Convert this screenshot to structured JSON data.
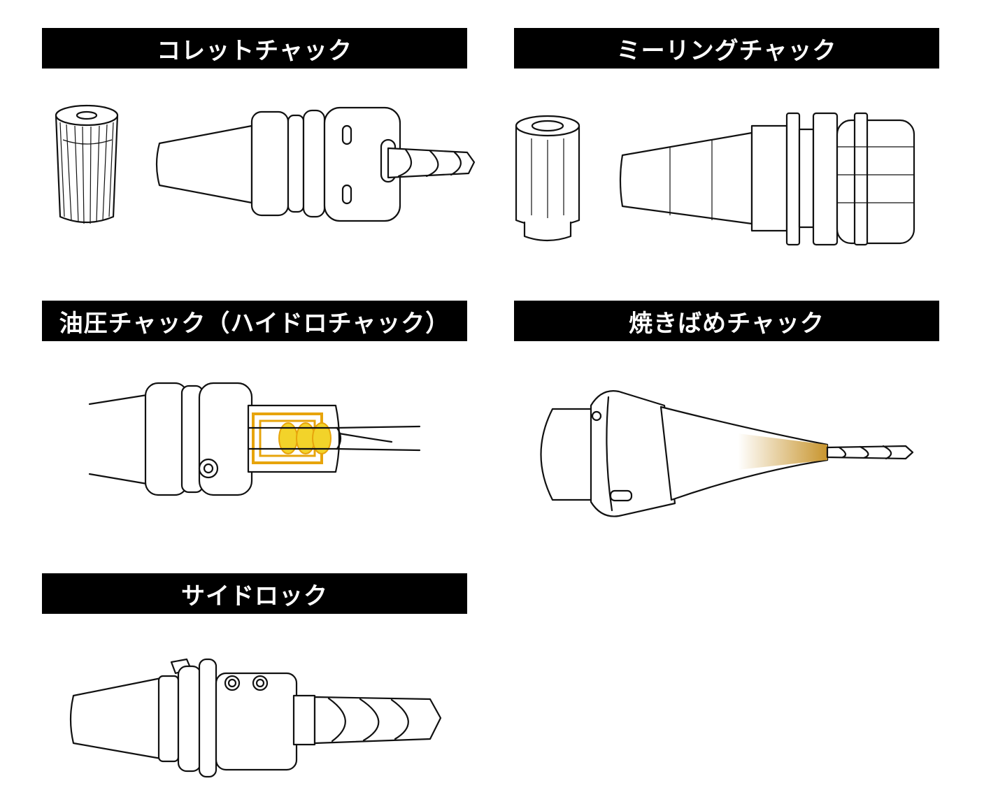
{
  "panels": [
    {
      "title": "コレットチャック"
    },
    {
      "title": "ミーリングチャック"
    },
    {
      "title": "油圧チャック（ハイドロチャック）"
    },
    {
      "title": "焼きばめチャック"
    },
    {
      "title": "サイドロック"
    }
  ],
  "colors": {
    "header_bg": "#000000",
    "header_text": "#ffffff",
    "line": "#111111",
    "hydraulic_yellow": "#f2d32a",
    "hydraulic_orange": "#e7a40c",
    "shrink_heat": "#c8952e"
  }
}
